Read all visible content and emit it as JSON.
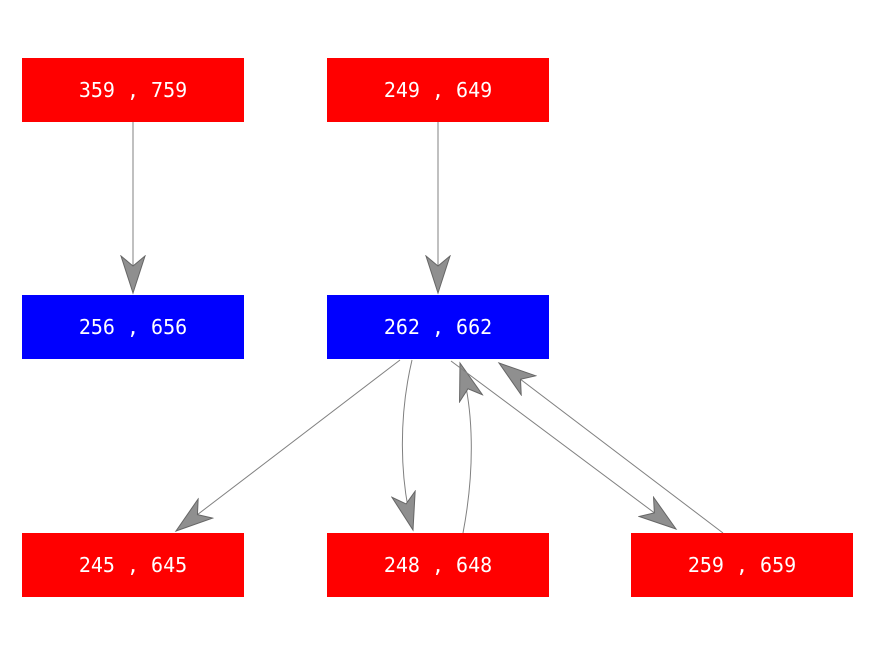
{
  "diagram": {
    "type": "graph",
    "background": "#ffffff",
    "colors": {
      "node_red": "#ff0000",
      "node_blue": "#0000ff",
      "edge_line": "#808080",
      "arrowhead_fill": "#8f8f8f",
      "arrowhead_border": "#666666",
      "label_text": "#ffffff"
    },
    "nodes": [
      {
        "label": "359 , 759",
        "color": "red",
        "row": "top"
      },
      {
        "label": "249 , 649",
        "color": "red",
        "row": "top"
      },
      {
        "label": "256 , 656",
        "color": "blue",
        "row": "middle"
      },
      {
        "label": "262 , 662",
        "color": "blue",
        "row": "middle"
      },
      {
        "label": "245 , 645",
        "color": "red",
        "row": "bottom"
      },
      {
        "label": "248 , 648",
        "color": "red",
        "row": "bottom"
      },
      {
        "label": "259 , 659",
        "color": "red",
        "row": "bottom"
      }
    ],
    "edges": [
      {
        "from": "359 , 759",
        "to": "256 , 656"
      },
      {
        "from": "249 , 649",
        "to": "262 , 662"
      },
      {
        "from": "262 , 662",
        "to": "245 , 645"
      },
      {
        "from": "262 , 662",
        "to": "248 , 648"
      },
      {
        "from": "248 , 648",
        "to": "262 , 662"
      },
      {
        "from": "262 , 662",
        "to": "259 , 659"
      },
      {
        "from": "259 , 659",
        "to": "262 , 662"
      }
    ]
  }
}
